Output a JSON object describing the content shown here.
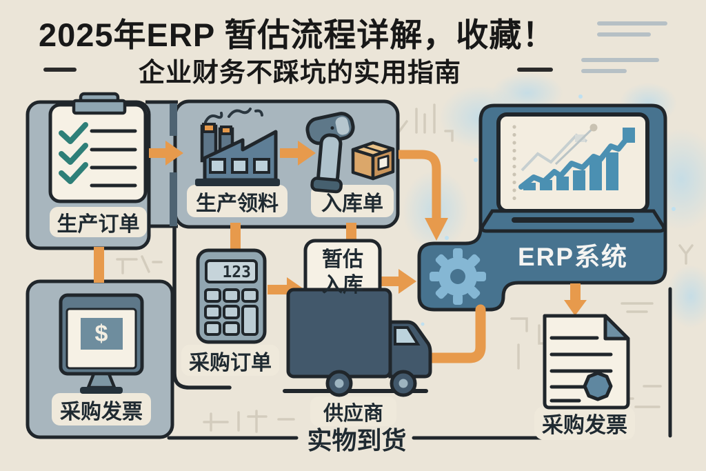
{
  "header": {
    "title": "2025年ERP 暂估流程详解，收藏！",
    "subtitle": "企业财务不踩坑的实用指南"
  },
  "flow": {
    "production_order": {
      "label": "生产订单"
    },
    "production_picking": {
      "label": "生产领料"
    },
    "warehouse_receipt": {
      "label": "入库单"
    },
    "purchase_order": {
      "label": "采购订单"
    },
    "provisional_receipt": {
      "line1": "暂估",
      "line2": "入库"
    },
    "purchase_invoice_left": {
      "label": "采购发票"
    },
    "supplier": {
      "label": "供应商"
    },
    "erp_system": {
      "label": "ERP系统"
    },
    "purchase_invoice_right": {
      "label": "采购发票"
    },
    "goods_arrival": {
      "label": "实物到货"
    }
  },
  "icons": {
    "calculator_display_value": "123",
    "monitor_currency": "$"
  },
  "colors": {
    "background": "#EBE5D8",
    "panel_gray_blue": "#A8B6BE",
    "outline_dark": "#20262B",
    "accent_orange": "#E79A4C",
    "erp_blue": "#47738F",
    "gear_light_blue": "#85B7D4",
    "check_teal": "#2E7F78",
    "chart_blue": "#4B90B2",
    "paper_cream": "#F6F1E5",
    "pill_cream": "#EFE9DB",
    "box_tan": "#DBA76A",
    "truck_slate": "#42586B"
  }
}
